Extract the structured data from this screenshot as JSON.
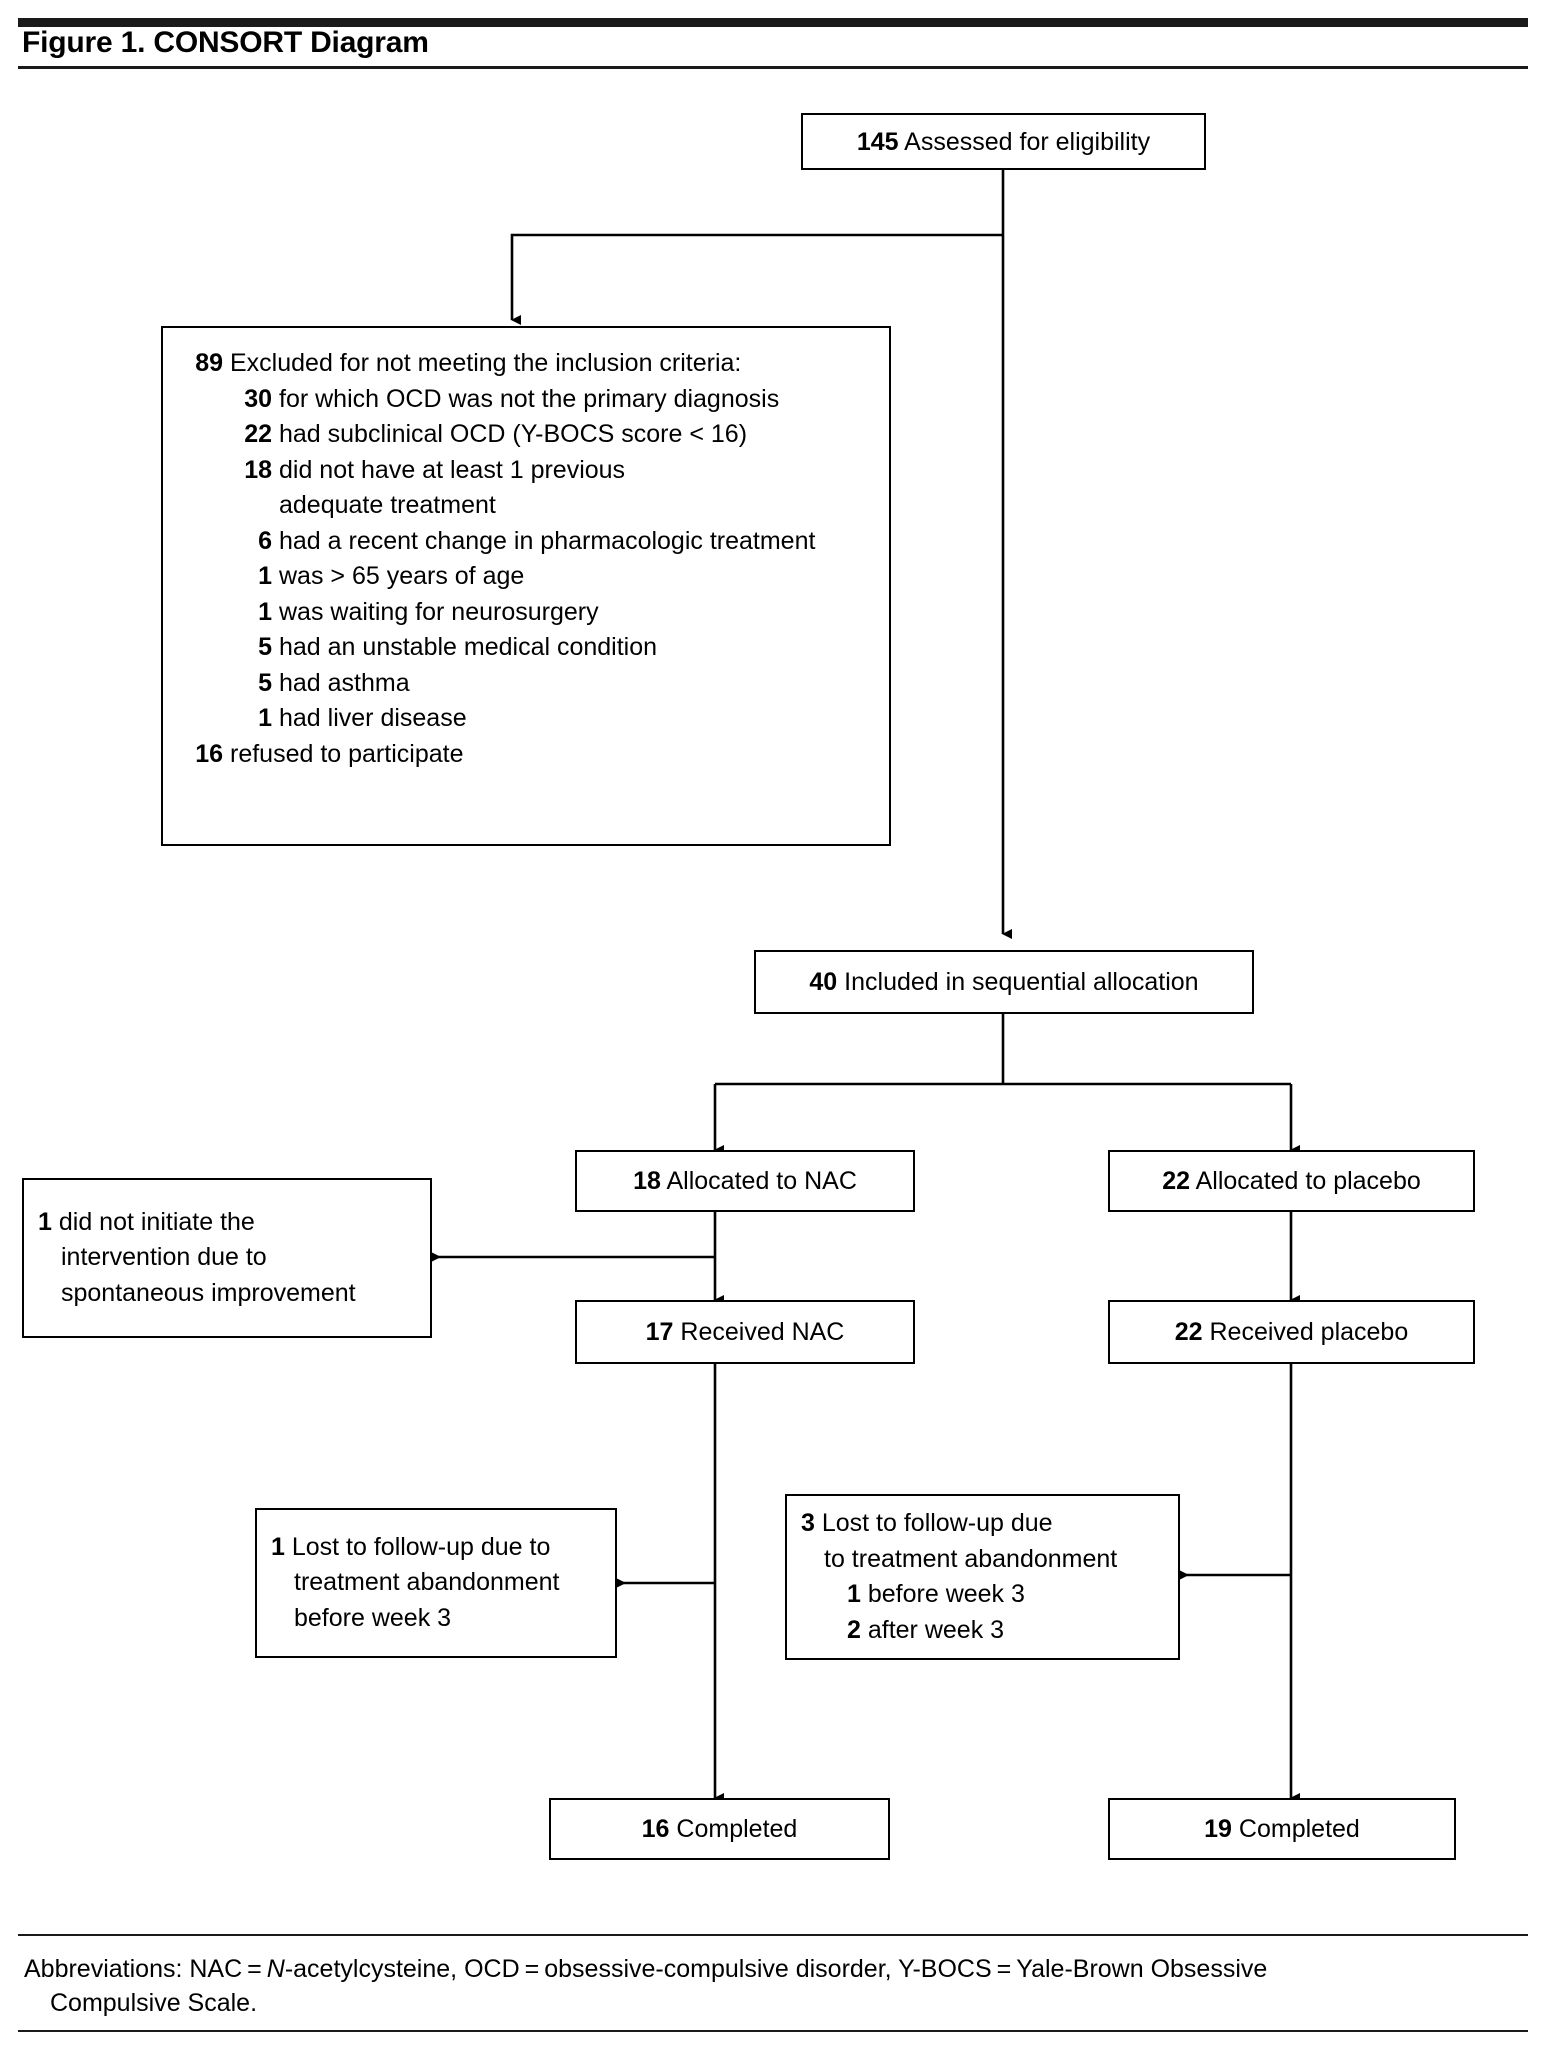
{
  "figure": {
    "title": "Figure 1. CONSORT Diagram",
    "domain": "consort-flow-diagram"
  },
  "chart_data": {
    "type": "diagram",
    "title": "Figure 1. CONSORT Diagram",
    "nodes": [
      {
        "id": "assessed",
        "n": 145,
        "label": "Assessed for eligibility"
      },
      {
        "id": "excluded",
        "n": 89,
        "label": "Excluded for not meeting the inclusion criteria"
      },
      {
        "id": "included",
        "n": 40,
        "label": "Included in sequential allocation"
      },
      {
        "id": "alloc_nac",
        "n": 18,
        "label": "Allocated to NAC"
      },
      {
        "id": "alloc_placebo",
        "n": 22,
        "label": "Allocated to placebo"
      },
      {
        "id": "not_initiated",
        "n": 1,
        "label": "did not initiate the intervention due to spontaneous improvement"
      },
      {
        "id": "recv_nac",
        "n": 17,
        "label": "Received NAC"
      },
      {
        "id": "recv_placebo",
        "n": 22,
        "label": "Received placebo"
      },
      {
        "id": "lost_nac",
        "n": 1,
        "label": "Lost to follow-up due to treatment abandonment before week 3"
      },
      {
        "id": "lost_placebo",
        "n": 3,
        "label": "Lost to follow-up due to treatment abandonment"
      },
      {
        "id": "completed_nac",
        "n": 16,
        "label": "Completed"
      },
      {
        "id": "completed_placebo",
        "n": 19,
        "label": "Completed"
      }
    ]
  },
  "boxes": {
    "assessed": {
      "num": "145",
      "text": "Assessed for eligibility"
    },
    "included": {
      "num": "40",
      "text": "Included in sequential allocation"
    },
    "alloc_nac": {
      "num": "18",
      "text": "Allocated to NAC"
    },
    "alloc_placebo": {
      "num": "22",
      "text": "Allocated to placebo"
    },
    "recv_nac": {
      "num": "17",
      "text": "Received NAC"
    },
    "recv_placebo": {
      "num": "22",
      "text": "Received placebo"
    },
    "completed_nac": {
      "num": "16",
      "text": "Completed"
    },
    "completed_placebo": {
      "num": "19",
      "text": "Completed"
    }
  },
  "excluded": {
    "items": [
      {
        "num": "89",
        "text": "Excluded for not meeting the inclusion criteria:",
        "level": 0
      },
      {
        "num": "30",
        "text": "for which OCD was not the primary diagnosis",
        "level": 1
      },
      {
        "num": "22",
        "text": "had subclinical OCD (Y-BOCS score < 16)",
        "level": 1
      },
      {
        "num": "18",
        "text": "did not have at least 1 previous",
        "level": 1
      },
      {
        "num": "",
        "text": "adequate treatment",
        "level": 1,
        "continuation": true
      },
      {
        "num": "6",
        "text": "had a recent change in pharmacologic treatment",
        "level": 1
      },
      {
        "num": "1",
        "text": "was > 65 years of age",
        "level": 1
      },
      {
        "num": "1",
        "text": "was waiting for neurosurgery",
        "level": 1
      },
      {
        "num": "5",
        "text": "had an unstable medical condition",
        "level": 1
      },
      {
        "num": "5",
        "text": "had asthma",
        "level": 1
      },
      {
        "num": "1",
        "text": "had liver disease",
        "level": 1
      },
      {
        "num": "16",
        "text": "refused to participate",
        "level": 0
      }
    ]
  },
  "not_initiated": {
    "num": "1",
    "lines": [
      "did not initiate the",
      "intervention due to",
      "spontaneous improvement"
    ]
  },
  "lost_nac": {
    "num": "1",
    "lines": [
      "Lost to follow-up due to",
      "treatment abandonment",
      "before week 3"
    ]
  },
  "lost_placebo": {
    "num": "3",
    "line1": "Lost to follow-up due",
    "line2": "to treatment abandonment",
    "sub": [
      {
        "num": "1",
        "text": "before week 3"
      },
      {
        "num": "2",
        "text": "after week 3"
      }
    ]
  },
  "footnote": {
    "lead": "Abbreviations: NAC = ",
    "italic_n": "N",
    "rest1": "-acetylcysteine, OCD = obsessive-compulsive disorder, Y-BOCS = Yale-Brown Obsessive",
    "line2": "Compulsive Scale."
  }
}
